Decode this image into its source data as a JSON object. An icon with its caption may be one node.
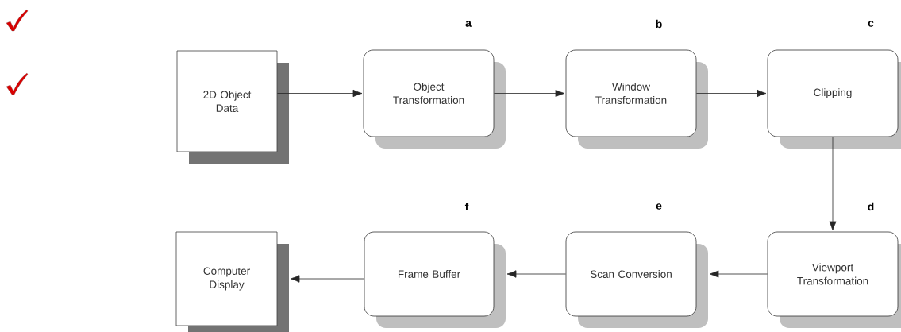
{
  "diagram": {
    "nodes": [
      {
        "text": [
          "2D Object Data"
        ]
      },
      {
        "text": [
          "Object Transformation"
        ],
        "beside": [
          "a"
        ]
      },
      {
        "text": [
          "Window Transformation"
        ],
        "beside": [
          "b"
        ]
      },
      {
        "text": [
          "Clipping"
        ],
        "beside": [
          "c"
        ]
      },
      {
        "text": [
          "Computer Display"
        ]
      },
      {
        "text": [
          "Frame Buffer"
        ],
        "beside": [
          "f"
        ]
      },
      {
        "text": [
          "Scan Conversion"
        ],
        "beside": [
          "e"
        ]
      },
      {
        "text": [
          "Viewport Transformation"
        ],
        "beside": [
          "d"
        ]
      }
    ],
    "edges": [
      {
        "from": 0,
        "to": 1,
        "arrow": "to"
      },
      {
        "from": 1,
        "to": 2,
        "arrow": "to"
      },
      {
        "from": 2,
        "to": 3,
        "arrow": "to"
      },
      {
        "from": 3,
        "to": 7,
        "arrow": "to"
      },
      {
        "from": 7,
        "to": 6,
        "arrow": "to"
      },
      {
        "from": 6,
        "to": 5,
        "arrow": "to"
      },
      {
        "from": 5,
        "to": 4,
        "arrow": "to"
      }
    ]
  }
}
